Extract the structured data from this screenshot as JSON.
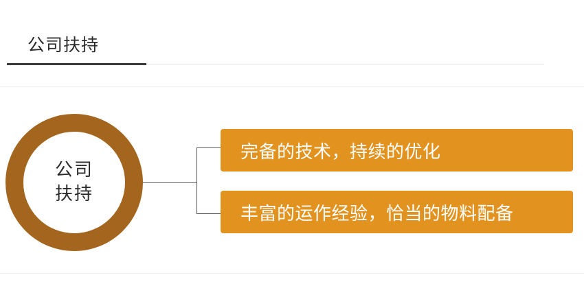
{
  "header": {
    "tab_title": "公司扶持"
  },
  "diagram": {
    "center_label_line1": "公司",
    "center_label_line2": "扶持",
    "items": [
      {
        "label": "完备的技术，持续的优化"
      },
      {
        "label": "丰富的运作经验，恰当的物料配备"
      }
    ]
  },
  "colors": {
    "ring": "#a4661f",
    "box_fill": "#e2921e",
    "box_text": "#ffffff",
    "tab_underline": "#3a3a3a"
  }
}
